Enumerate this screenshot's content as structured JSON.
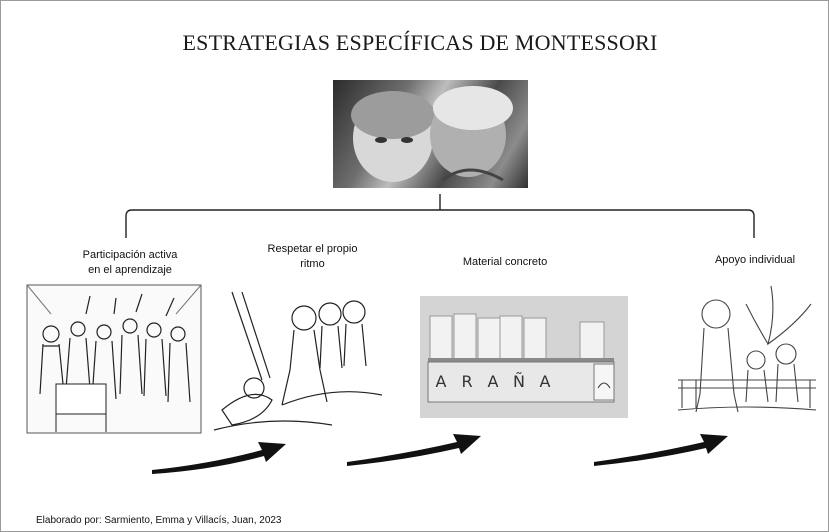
{
  "title": "ESTRATEGIAS ESPECÍFICAS DE MONTESSORI",
  "strategies": [
    {
      "label_line1": "Participación activa",
      "label_line2": "en el aprendizaje"
    },
    {
      "label_line1": "Respetar el propio",
      "label_line2": "ritmo"
    },
    {
      "label_line1": "Material concreto",
      "label_line2": ""
    },
    {
      "label_line1": "Apoyo individual",
      "label_line2": ""
    }
  ],
  "word_cards": [
    "A",
    "R",
    "A",
    "Ñ",
    "A"
  ],
  "footer": "Elaborado por: Sarmiento, Emma y Villacís, Juan, 2023"
}
